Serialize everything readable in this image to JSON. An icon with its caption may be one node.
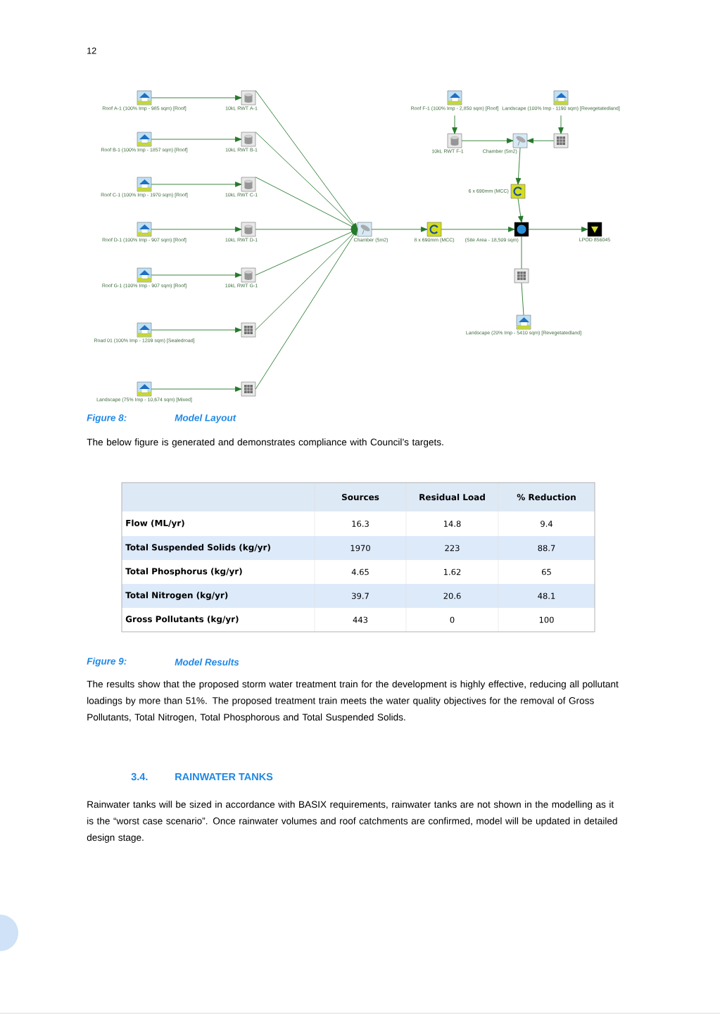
{
  "diagram": {
    "nodes": [
      {
        "text": [
          "Roof A-1 (100% Imp - 985 sqm) [Roof]"
        ]
      },
      {
        "text": [
          "10kL RWT A-1"
        ]
      },
      {
        "text": [
          "Roof B-1 (100% Imp - 1857 sqm) [Roof]"
        ]
      },
      {
        "text": [
          "10kL RWT B-1"
        ]
      },
      {
        "text": [
          "Roof C-1 (100% Imp - 1970 sqm) [Roof]"
        ]
      },
      {
        "text": [
          "10kL RWT C-1"
        ]
      },
      {
        "text": [
          "Roof D-1 (100% Imp - 907 sqm) [Roof]"
        ]
      },
      {
        "text": [
          "10kL RWT D-1"
        ]
      },
      {
        "text": [
          "Roof G-1 (100% Imp - 907 sqm) [Roof]"
        ]
      },
      {
        "text": [
          "10kL RWT G-1"
        ]
      },
      {
        "text": [
          "Road 01 (100% Imp - 1209 sqm) [Sealedroad]"
        ]
      },
      {
        "text": [],
        "shape": "picture"
      },
      {
        "text": [
          "Landscape (75% Imp - 10,674 sqm) [Mixed]"
        ]
      },
      {
        "text": [],
        "shape": "picture"
      },
      {
        "text": [
          "Chamber (5m2)"
        ]
      },
      {
        "text": [
          "8 x 690mm (MCC)"
        ]
      },
      {
        "text": [
          "(Site Area - 18,509 sqm)"
        ]
      },
      {
        "text": [
          "LPOD 856045"
        ]
      },
      {
        "text": [
          "Roof F-1 (100% Imp - 2,850 sqm) [Roof]"
        ]
      },
      {
        "text": [
          "Landscape (100% Imp - 1190 sqm) [Revegetatedland]"
        ]
      },
      {
        "text": [
          "10kL RWT F-1"
        ]
      },
      {
        "text": [
          "Chamber (5m2)"
        ]
      },
      {
        "text": [],
        "shape": "picture"
      },
      {
        "text": [
          "6 x 690mm (MCC)"
        ]
      },
      {
        "text": [],
        "shape": "picture"
      },
      {
        "text": [
          "Landscape (20% Imp - 5410 sqm) [Revegetatedland]"
        ]
      }
    ],
    "edges": [
      {
        "from": 0,
        "to": 1,
        "arrow": "to"
      },
      {
        "from": 2,
        "to": 3,
        "arrow": "to"
      },
      {
        "from": 4,
        "to": 5,
        "arrow": "to"
      },
      {
        "from": 6,
        "to": 7,
        "arrow": "to"
      },
      {
        "from": 8,
        "to": 9,
        "arrow": "to"
      },
      {
        "from": 10,
        "to": 11,
        "arrow": "to"
      },
      {
        "from": 12,
        "to": 13,
        "arrow": "to"
      },
      {
        "from": 1,
        "to": 14,
        "arrow": "to"
      },
      {
        "from": 3,
        "to": 14,
        "arrow": "to"
      },
      {
        "from": 5,
        "to": 14,
        "arrow": "to"
      },
      {
        "from": 7,
        "to": 14,
        "arrow": "to"
      },
      {
        "from": 9,
        "to": 14,
        "arrow": "to"
      },
      {
        "from": 11,
        "to": 14,
        "arrow": "to"
      },
      {
        "from": 13,
        "to": 14,
        "arrow": "to"
      },
      {
        "from": 14,
        "to": 15,
        "arrow": "to"
      },
      {
        "from": 15,
        "to": 16,
        "arrow": "to"
      },
      {
        "from": 16,
        "to": 17,
        "arrow": "to"
      },
      {
        "from": 18,
        "to": 20,
        "arrow": "to"
      },
      {
        "from": 19,
        "to": 22,
        "arrow": "to"
      },
      {
        "from": 20,
        "to": 21,
        "arrow": "to"
      },
      {
        "from": 22,
        "to": 21,
        "arrow": "to"
      },
      {
        "from": 21,
        "to": 23,
        "arrow": "to"
      },
      {
        "from": 23,
        "to": 16,
        "arrow": "to"
      },
      {
        "from": 25,
        "to": 24,
        "arrow": "none"
      },
      {
        "from": 24,
        "to": 16,
        "arrow": "none"
      }
    ],
    "labels": [
      "12",
      "Figure 8:",
      "Model Layout",
      "The below figure is generated and demonstrates compliance with Council’s targets.",
      "Sources",
      "Residual Load",
      "% Reduction",
      "Flow (ML/yr)",
      "16.3",
      "14.8",
      "9.4",
      "Total Suspended Solids (kg/yr)",
      "1970",
      "223",
      "88.7",
      "Total Phosphorus (kg/yr)",
      "4.65",
      "1.62",
      "65",
      "Total Nitrogen (kg/yr)",
      "39.7",
      "20.6",
      "48.1",
      "Gross Pollutants (kg/yr)",
      "443",
      "0",
      "100",
      "Figure 9:",
      "Model Results",
      "The results show that the proposed storm water treatment train for the development is highly effective, reducing all pollutant loadings by more than 51%. The proposed treatment train meets the water quality objectives for the removal of Gross Pollutants, Total Nitrogen, Total Phosphorous and Total Suspended Solids.",
      "3.4.",
      "RAINWATER TANKS",
      "Rainwater tanks will be sized in accordance with BASIX requirements, rainwater tanks are not shown in the modelling as it is the “worst case scenario”. Once rainwater volumes and roof catchments are confirmed, model will be updated in detailed design stage."
    ]
  }
}
